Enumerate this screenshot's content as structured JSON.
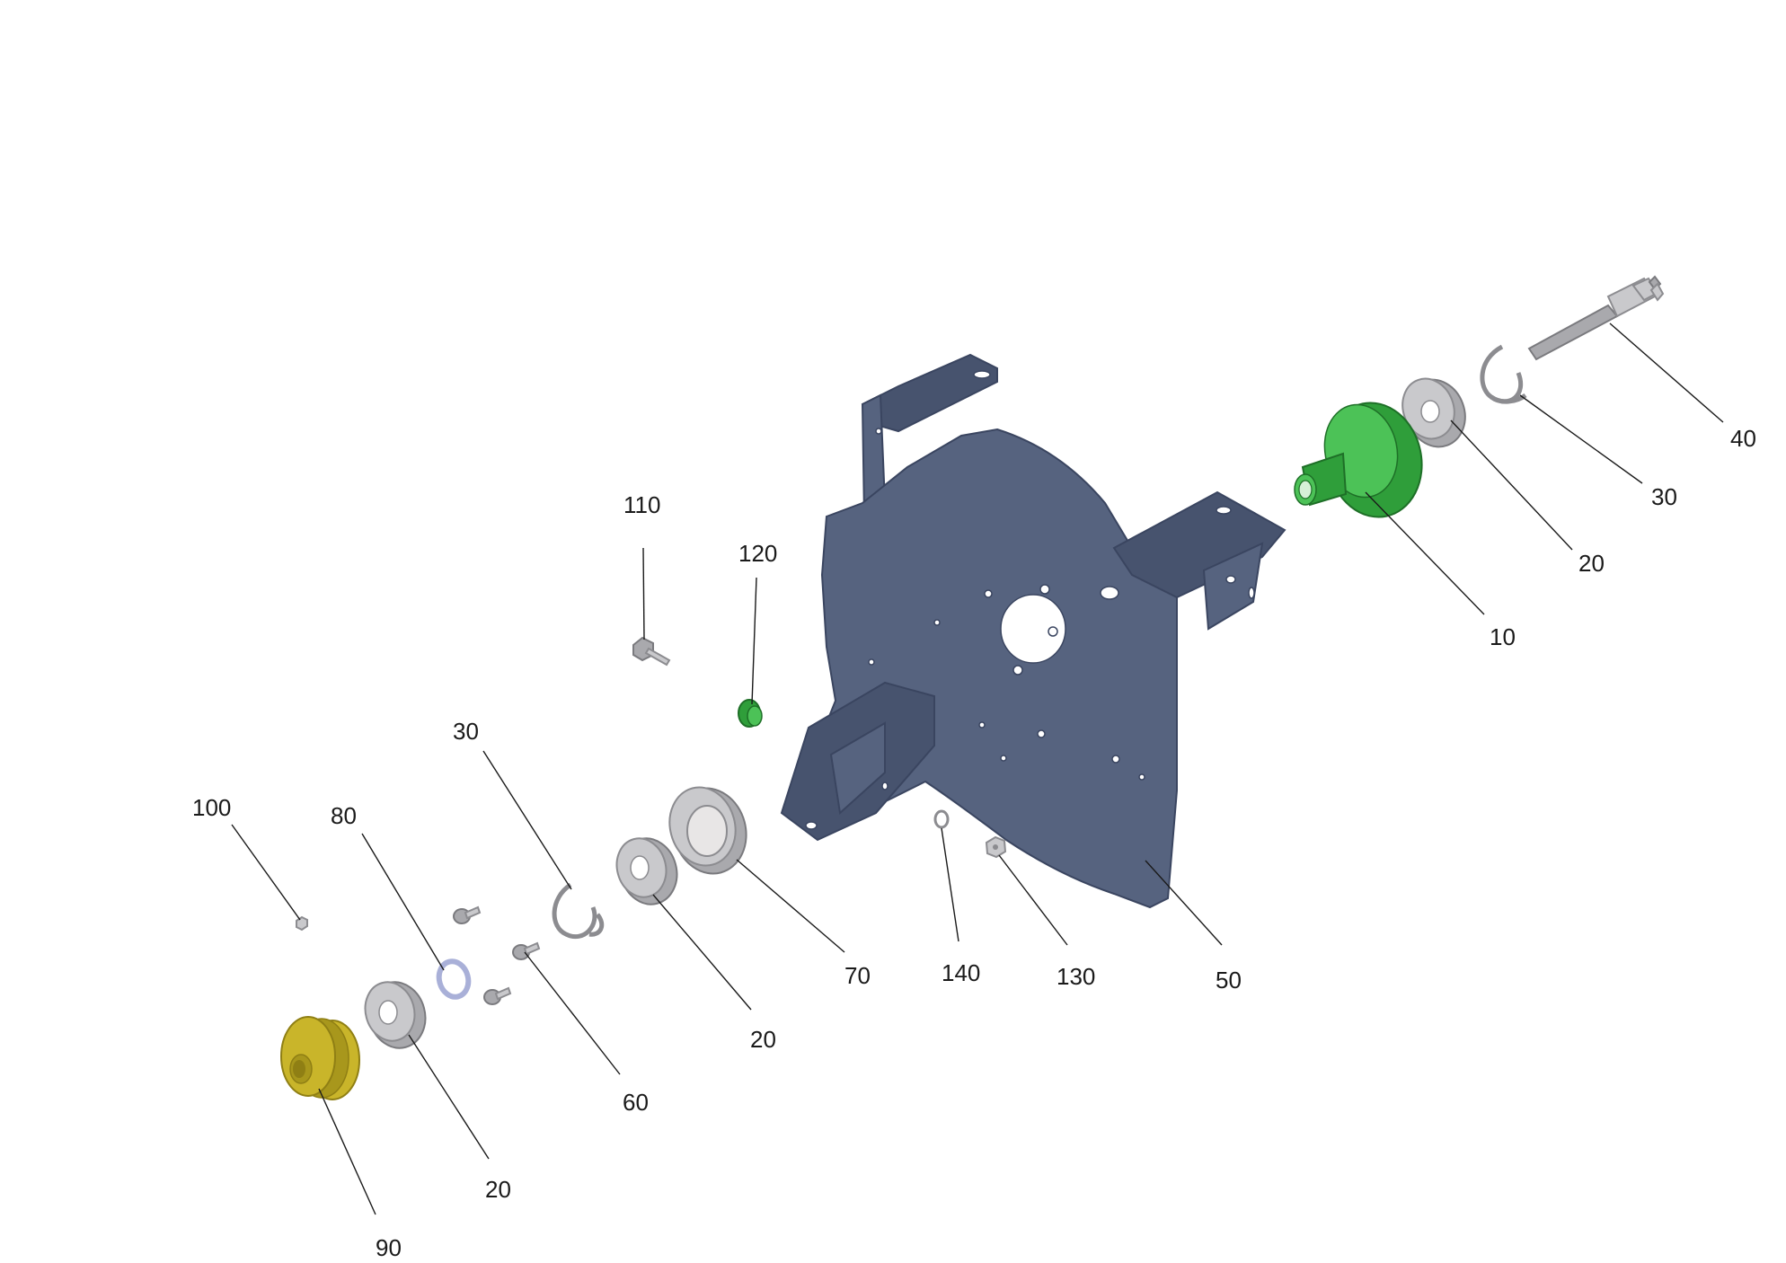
{
  "callouts": [
    {
      "id": "c40",
      "text": "40"
    },
    {
      "id": "c30a",
      "text": "30"
    },
    {
      "id": "c20a",
      "text": "20"
    },
    {
      "id": "c10",
      "text": "10"
    },
    {
      "id": "c110",
      "text": "110"
    },
    {
      "id": "c120",
      "text": "120"
    },
    {
      "id": "c30b",
      "text": "30"
    },
    {
      "id": "c100",
      "text": "100"
    },
    {
      "id": "c80",
      "text": "80"
    },
    {
      "id": "c70",
      "text": "70"
    },
    {
      "id": "c140",
      "text": "140"
    },
    {
      "id": "c130",
      "text": "130"
    },
    {
      "id": "c50",
      "text": "50"
    },
    {
      "id": "c20b",
      "text": "20"
    },
    {
      "id": "c60",
      "text": "60"
    },
    {
      "id": "c20c",
      "text": "20"
    },
    {
      "id": "c90",
      "text": "90"
    }
  ],
  "colors": {
    "bracket": "#56637f",
    "hub": "#2f9e3a",
    "pulley": "#c9b52a",
    "hardware": "#c9c9cc"
  }
}
